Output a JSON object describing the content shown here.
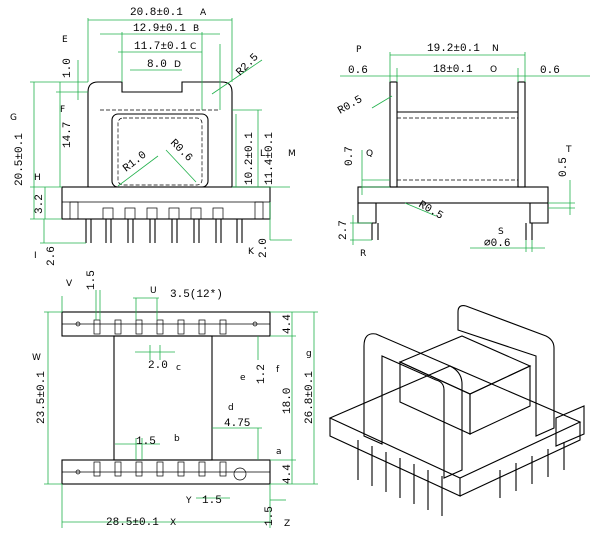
{
  "top_left": {
    "d_A": "20.8±0.1",
    "c_A": "A",
    "d_B": "12.9±0.1",
    "c_B": "B",
    "d_C": "11.7±0.1",
    "c_C": "C",
    "d_D": "8.0",
    "c_D": "D",
    "d_E": "1.0",
    "c_E": "E",
    "d_F": "14.7",
    "c_F": "F",
    "d_G": "20.5±0.1",
    "c_G": "G",
    "d_H": "3.2",
    "c_H": "H",
    "d_I": "2.6",
    "c_I": "I",
    "d_K": "2.0",
    "c_K": "K",
    "d_L": "10.2±0.1",
    "c_L": "L",
    "d_M": "11.4±0.1",
    "c_M": "M",
    "r_25": "R2.5",
    "r_10": "R1.0",
    "r_06": "R0.6"
  },
  "top_right": {
    "d_P": "0.6",
    "c_P": "P",
    "d_N": "19.2±0.1",
    "c_N": "N",
    "d_O": "18±0.1",
    "c_O": "O",
    "d_P2": "0.6",
    "r_05a": "R0.5",
    "r_05b": "R0.5",
    "d_Q": "0.7",
    "c_Q": "Q",
    "d_T": "0.5",
    "c_T": "T",
    "d_R": "2.7",
    "c_R": "R",
    "d_S": "∅0.6",
    "c_S": "S"
  },
  "bottom_left": {
    "d_V": "1.5",
    "c_V": "V",
    "d_U": "3.5(12*)",
    "c_U": "U",
    "d_W": "23.5±0.1",
    "c_W": "W",
    "d_c": "2.0",
    "c_c": "c",
    "d_e": "1.2",
    "c_e": "e",
    "d_f": "18.0",
    "c_f": "f",
    "d_g": "26.8±0.1",
    "c_g": "g",
    "d_h1": "4.4",
    "d_h2": "4.4",
    "d_d": "4.75",
    "c_d": "d",
    "d_b": "1.5",
    "c_b": "b",
    "c_a": "a",
    "d_Y": "1.5",
    "c_Y": "Y",
    "d_X": "28.5±0.1",
    "c_X": "X",
    "d_Z": "1.5",
    "c_Z": "Z"
  }
}
